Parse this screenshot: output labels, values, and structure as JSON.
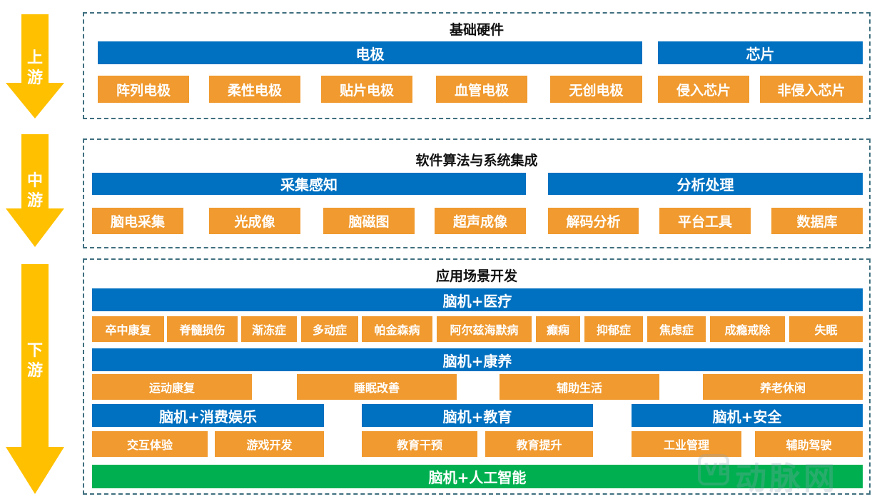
{
  "arrows": [
    {
      "label_1": "上",
      "label_2": "游"
    },
    {
      "label_1": "中",
      "label_2": "游"
    },
    {
      "label_1": "下",
      "label_2": "游"
    }
  ],
  "upstream": {
    "title": "基础硬件",
    "electrode": {
      "header": "电极",
      "items": [
        "阵列电极",
        "柔性电极",
        "贴片电极",
        "血管电极",
        "无创电极"
      ]
    },
    "chip": {
      "header": "芯片",
      "items": [
        "侵入芯片",
        "非侵入芯片"
      ]
    }
  },
  "midstream": {
    "title": "软件算法与系统集成",
    "collection": {
      "header": "采集感知",
      "items": [
        "脑电采集",
        "光成像",
        "脑磁图",
        "超声成像"
      ]
    },
    "analysis": {
      "header": "分析处理",
      "items": [
        "解码分析",
        "平台工具",
        "数据库"
      ]
    }
  },
  "downstream": {
    "title": "应用场景开发",
    "medical": {
      "header": "脑机+医疗",
      "items": [
        "卒中康复",
        "脊髓损伤",
        "渐冻症",
        "多动症",
        "帕金森病",
        "阿尔兹海默病",
        "癫痫",
        "抑郁症",
        "焦虑症",
        "成瘾戒除",
        "失眠"
      ]
    },
    "wellness": {
      "header": "脑机+康养",
      "items": [
        "运动康复",
        "睡眠改善",
        "辅助生活",
        "养老休闲"
      ]
    },
    "consumer": {
      "header": "脑机+消费娱乐",
      "items": [
        "交互体验",
        "游戏开发"
      ]
    },
    "education": {
      "header": "脑机+教育",
      "items": [
        "教育干预",
        "教育提升"
      ]
    },
    "security": {
      "header": "脑机+安全",
      "items": [
        "工业管理",
        "辅助驾驶"
      ]
    },
    "ai": {
      "header": "脑机+人工智能"
    }
  },
  "watermark": {
    "logo": "VB",
    "text": "动脉网"
  },
  "colors": {
    "blue": "#0070c0",
    "orange": "#f09a2f",
    "green": "#00b050",
    "arrow": "#ffc000",
    "border": "#3f6f7f"
  }
}
